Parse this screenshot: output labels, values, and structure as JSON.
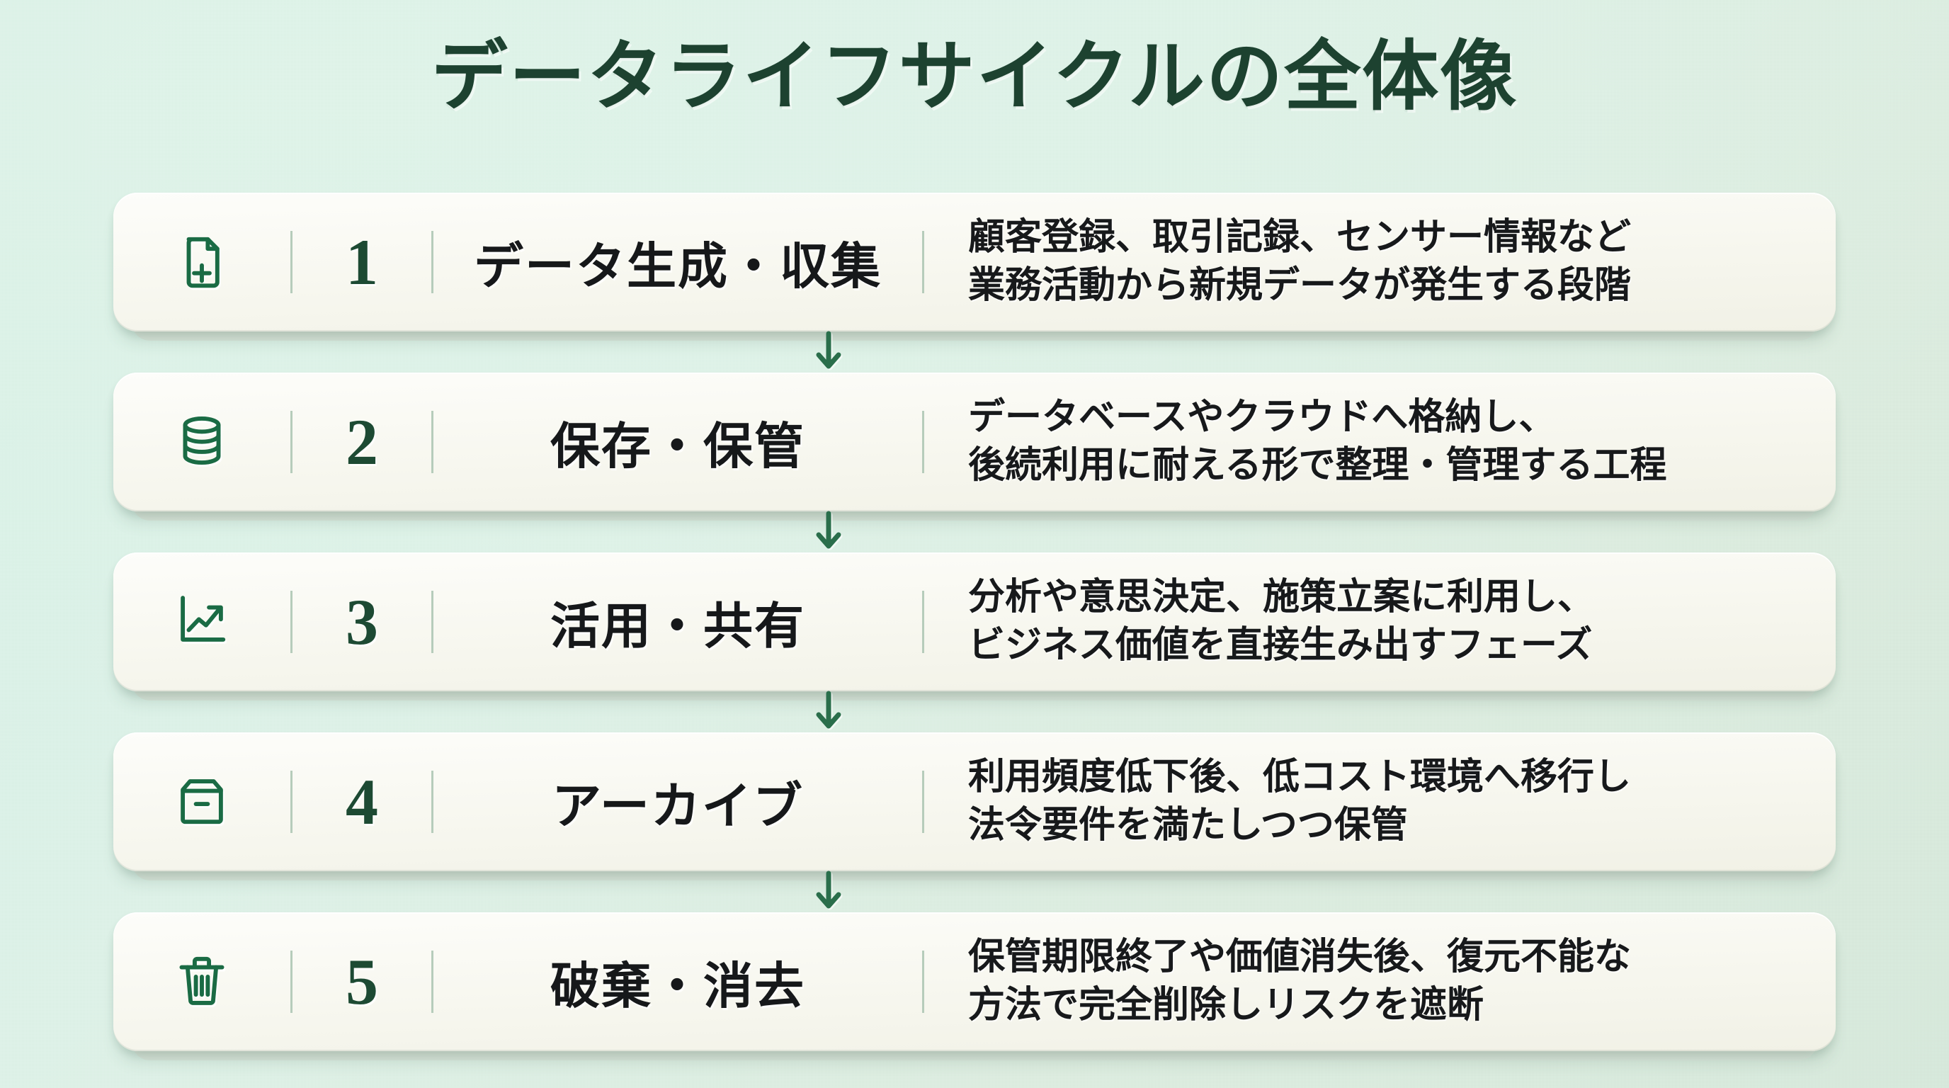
{
  "title": "データライフサイクルの全体像",
  "colors": {
    "background_start": "#d5f0e6",
    "background_end": "#d6e8db",
    "title_green": "#1d4230",
    "icon_green": "#1a6b44",
    "number_green": "#1d4a33",
    "arrow_green": "#2a6e4b",
    "card_surface": "#f7f7ef",
    "divider": "#b6ccbb",
    "text_dark": "#17191b"
  },
  "connector": {
    "icon": "arrow-down-icon",
    "glyph": "↓"
  },
  "steps": [
    {
      "number": "1",
      "icon": "document-plus-icon",
      "label": "データ生成・収集",
      "desc_line1": "顧客登録、取引記録、センサー情報など",
      "desc_line2": "業務活動から新規データが発生する段階"
    },
    {
      "number": "2",
      "icon": "database-icon",
      "label": "保存・保管",
      "desc_line1": "データベースやクラウドへ格納し、",
      "desc_line2": "後続利用に耐える形で整理・管理する工程"
    },
    {
      "number": "3",
      "icon": "chart-trending-up-icon",
      "label": "活用・共有",
      "desc_line1": "分析や意思決定、施策立案に利用し、",
      "desc_line2": "ビジネス価値を直接生み出すフェーズ"
    },
    {
      "number": "4",
      "icon": "archive-box-icon",
      "label": "アーカイブ",
      "desc_line1": "利用頻度低下後、低コスト環境へ移行し",
      "desc_line2": "法令要件を満たしつつ保管"
    },
    {
      "number": "5",
      "icon": "trash-can-icon",
      "label": "破棄・消去",
      "desc_line1": "保管期限終了や価値消失後、復元不能な",
      "desc_line2": "方法で完全削除しリスクを遮断"
    }
  ]
}
